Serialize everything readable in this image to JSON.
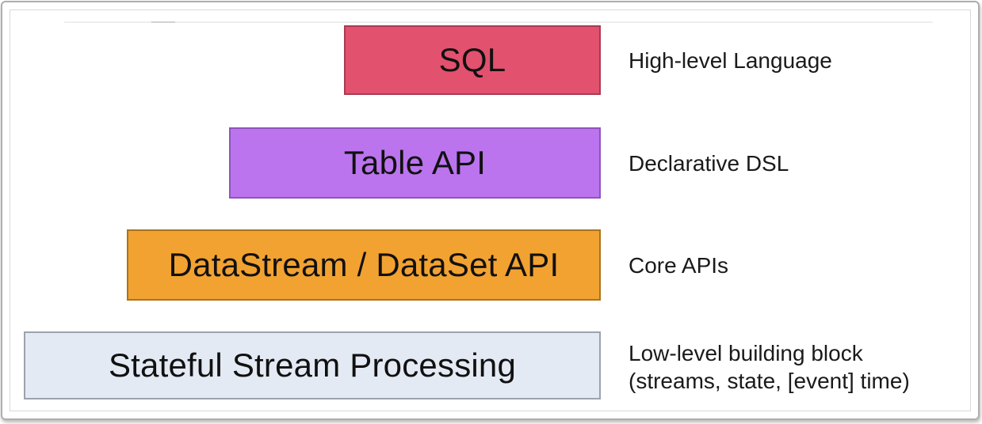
{
  "diagram": {
    "kind": "layered-api-stack",
    "text_color": "#111111",
    "layers": [
      {
        "id": "sql",
        "label": "SQL",
        "description": "High-level Language",
        "fill": "#e2516e",
        "border": "#a93a52"
      },
      {
        "id": "table-api",
        "label": "Table API",
        "description": "Declarative DSL",
        "fill": "#bb74ee",
        "border": "#8f54bc"
      },
      {
        "id": "datastream-dataset-api",
        "label": "DataStream / DataSet API",
        "description": "Core APIs",
        "fill": "#f2a231",
        "border": "#a8731e"
      },
      {
        "id": "stateful-stream-processing",
        "label": "Stateful Stream Processing",
        "description": "Low-level building block\n(streams, state, [event] time)",
        "fill": "#e4eaf4",
        "border": "#9ba3ae"
      }
    ]
  }
}
